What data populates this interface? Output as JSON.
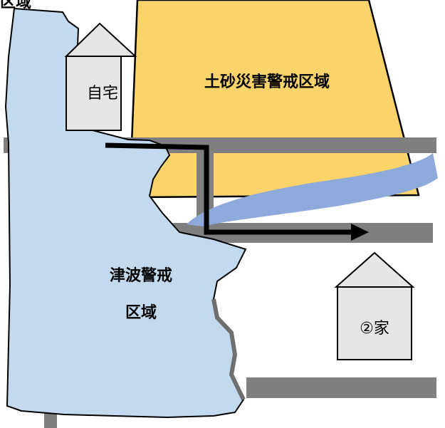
{
  "corner_text": "区域",
  "zones": {
    "landslide": {
      "label": "土砂災害警戒区域",
      "color": "#fad36a"
    },
    "tsunami": {
      "label_line1": "津波警戒",
      "label_line2": "区域",
      "color": "#c2d9ee"
    }
  },
  "houses": {
    "home": {
      "label": "自宅"
    },
    "second_home": {
      "label": "②家"
    }
  },
  "colors": {
    "road": "#7f7f7f",
    "river": "#8eaadb",
    "house_fill": "#e6e6e6",
    "outline": "#000000",
    "route_arrow": "#000000"
  }
}
